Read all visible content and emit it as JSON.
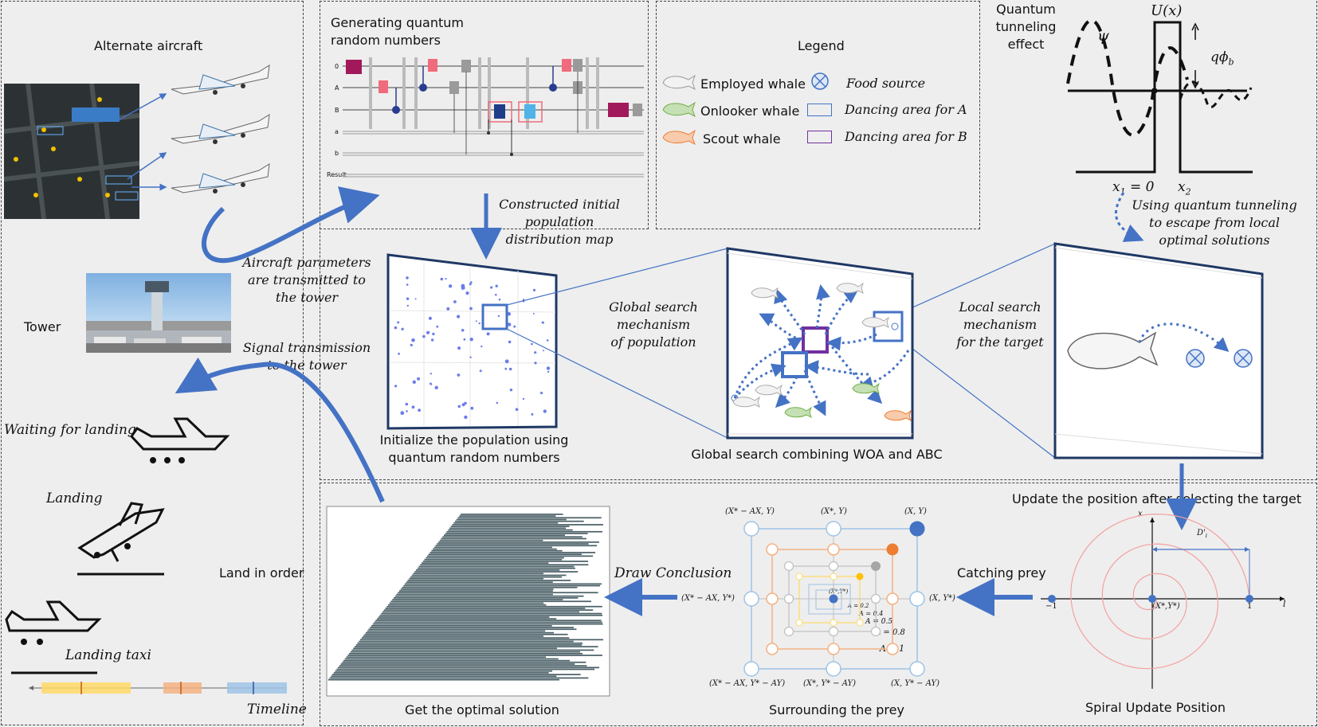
{
  "labels": {
    "alternate_aircraft": "Alternate aircraft",
    "tower": "Tower",
    "aircraft_params": [
      "Aircraft parameters",
      "are transmitted to",
      "the tower"
    ],
    "signal": [
      "Signal transmission",
      "to the tower"
    ],
    "waiting": "Waiting for landing",
    "landing": "Landing",
    "land_in_order": "Land in order",
    "landing_taxi": "Landing taxi",
    "timeline": "Timeline",
    "gen_qrn": [
      "Generating quantum",
      "random numbers"
    ],
    "constructed": [
      "Constructed initial",
      "population",
      "distribution map"
    ],
    "legend_title": "Legend",
    "legend": {
      "employed": "Employed whale",
      "onlooker": "Onlooker whale",
      "scout": "Scout whale",
      "food": "Food source",
      "dance_a": "Dancing area for A",
      "dance_b": "Dancing area for B"
    },
    "qt_title": [
      "Quantum",
      "tunneling",
      "effect"
    ],
    "qt_psi": "ψ",
    "qt_u": "U(x)",
    "qt_q": "qϕ",
    "qt_q_sub": "b",
    "qt_x1": "x",
    "qt_x1_sub": "1",
    "qt_x1_eq": " = 0",
    "qt_x2": "x",
    "qt_x2_sub": "2",
    "qt_escape": [
      "Using quantum tunneling",
      "to escape from local",
      "optimal solutions"
    ],
    "global_mech": [
      "Global search",
      "mechanism",
      "of population"
    ],
    "local_mech": [
      "Local search",
      "mechanism",
      "for the target"
    ],
    "init_pop": [
      "Initialize the population using",
      "quantum random numbers"
    ],
    "global_combining": "Global search combining WOA and ABC",
    "update_pos": "Update the position after selecting the target",
    "draw_conclusion": "Draw Conclusion",
    "catching_prey": "Catching prey",
    "optimal": "Get the optimal solution",
    "surrounding": "Surrounding the prey",
    "spiral": "Spiral Update Position"
  },
  "circuit": {
    "wires": [
      "0",
      "A",
      "B",
      "a",
      "b",
      "Result"
    ]
  },
  "grid_labels": {
    "tl": "(X* − AX, Y)",
    "tc": "(X*, Y)",
    "tr": "(X, Y)",
    "ml": "(X* − AX, Y*)",
    "mr": "(X, Y*)",
    "bl": "(X* − AX, Y* − AY)",
    "bc": "(X*, Y* − AY)",
    "br": "(X, Y* − AY)",
    "center": "(X*,Y*)",
    "a02": "A = 0.2",
    "a04": "A = 0.4",
    "a05": "A = 0.5",
    "a08": "A = 0.8",
    "a1": "A = 1"
  },
  "spiral_labels": {
    "x_axis": "x",
    "l_axis": "l",
    "neg1": "−1",
    "pos1": "1",
    "center": "(X*,Y*)",
    "d": "D'",
    "d_sub": "i"
  },
  "colors": {
    "accent": "#4472c4",
    "purple": "#7030a0",
    "orange": "#ed7d31",
    "yellow": "#ffc000",
    "spiral": "#f4a0a0",
    "bar": "#4a5f66"
  },
  "chart_data": {
    "type": "bar",
    "title": "",
    "orientation": "horizontal",
    "bars": 96,
    "shape": "triangular-staircase"
  }
}
